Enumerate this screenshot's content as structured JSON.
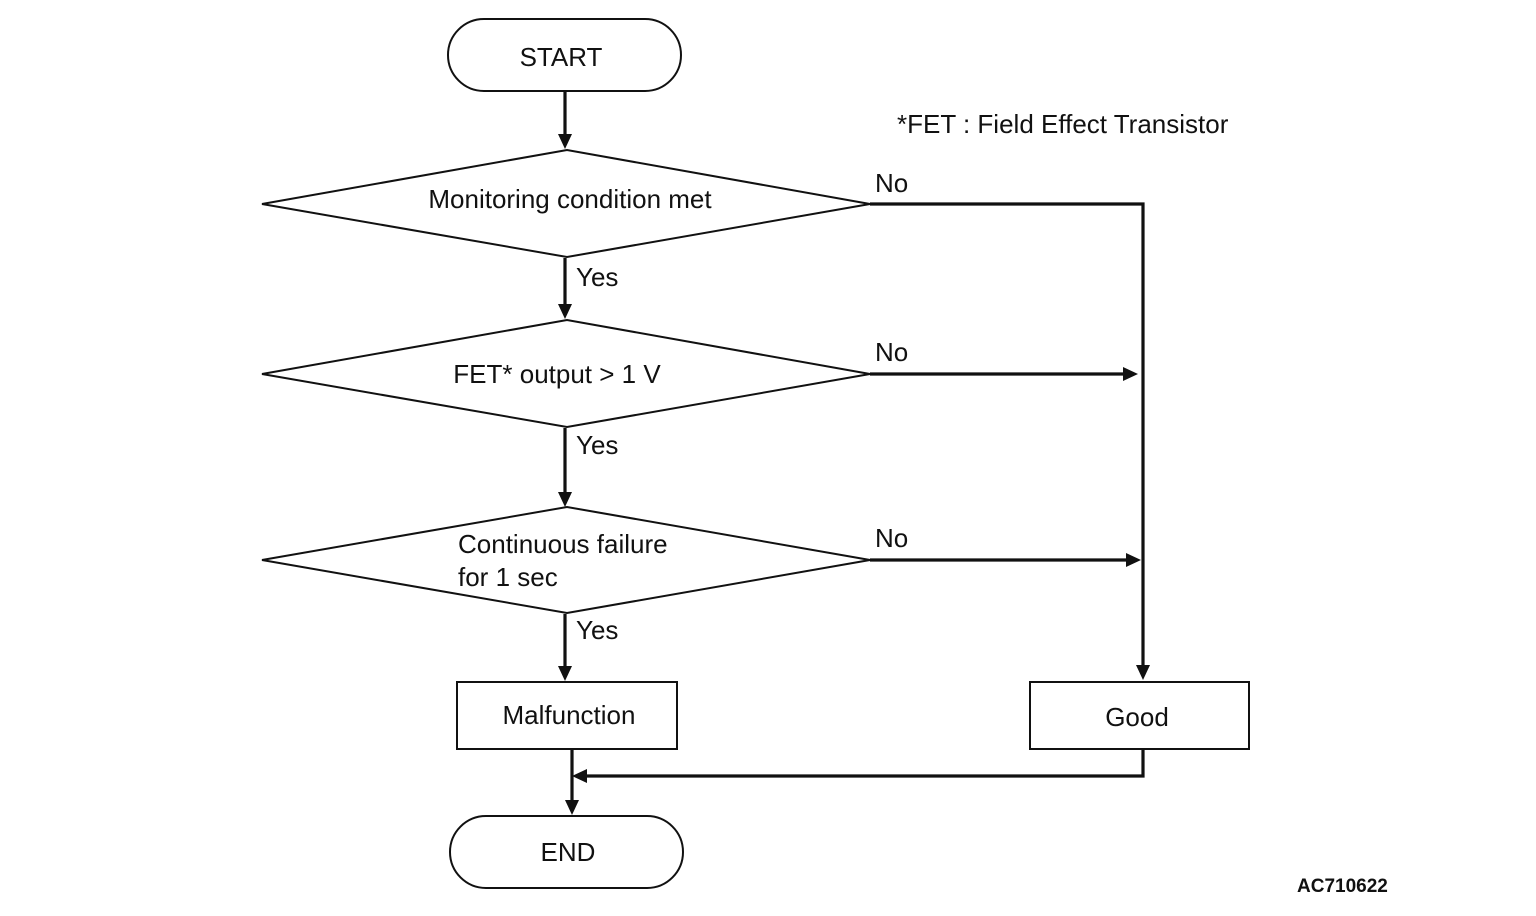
{
  "footnote": "*FET : Field Effect Transistor",
  "figure_code": "AC710622",
  "nodes": {
    "start": "START",
    "decision_monitoring": "Monitoring condition met",
    "decision_fet": "FET* output > 1 V",
    "decision_continuous_line1": "Continuous failure",
    "decision_continuous_line2": "for 1 sec",
    "malfunction": "Malfunction",
    "good": "Good",
    "end": "END"
  },
  "edges": {
    "monitoring_yes": "Yes",
    "monitoring_no": "No",
    "fet_yes": "Yes",
    "fet_no": "No",
    "continuous_yes": "Yes",
    "continuous_no": "No"
  }
}
